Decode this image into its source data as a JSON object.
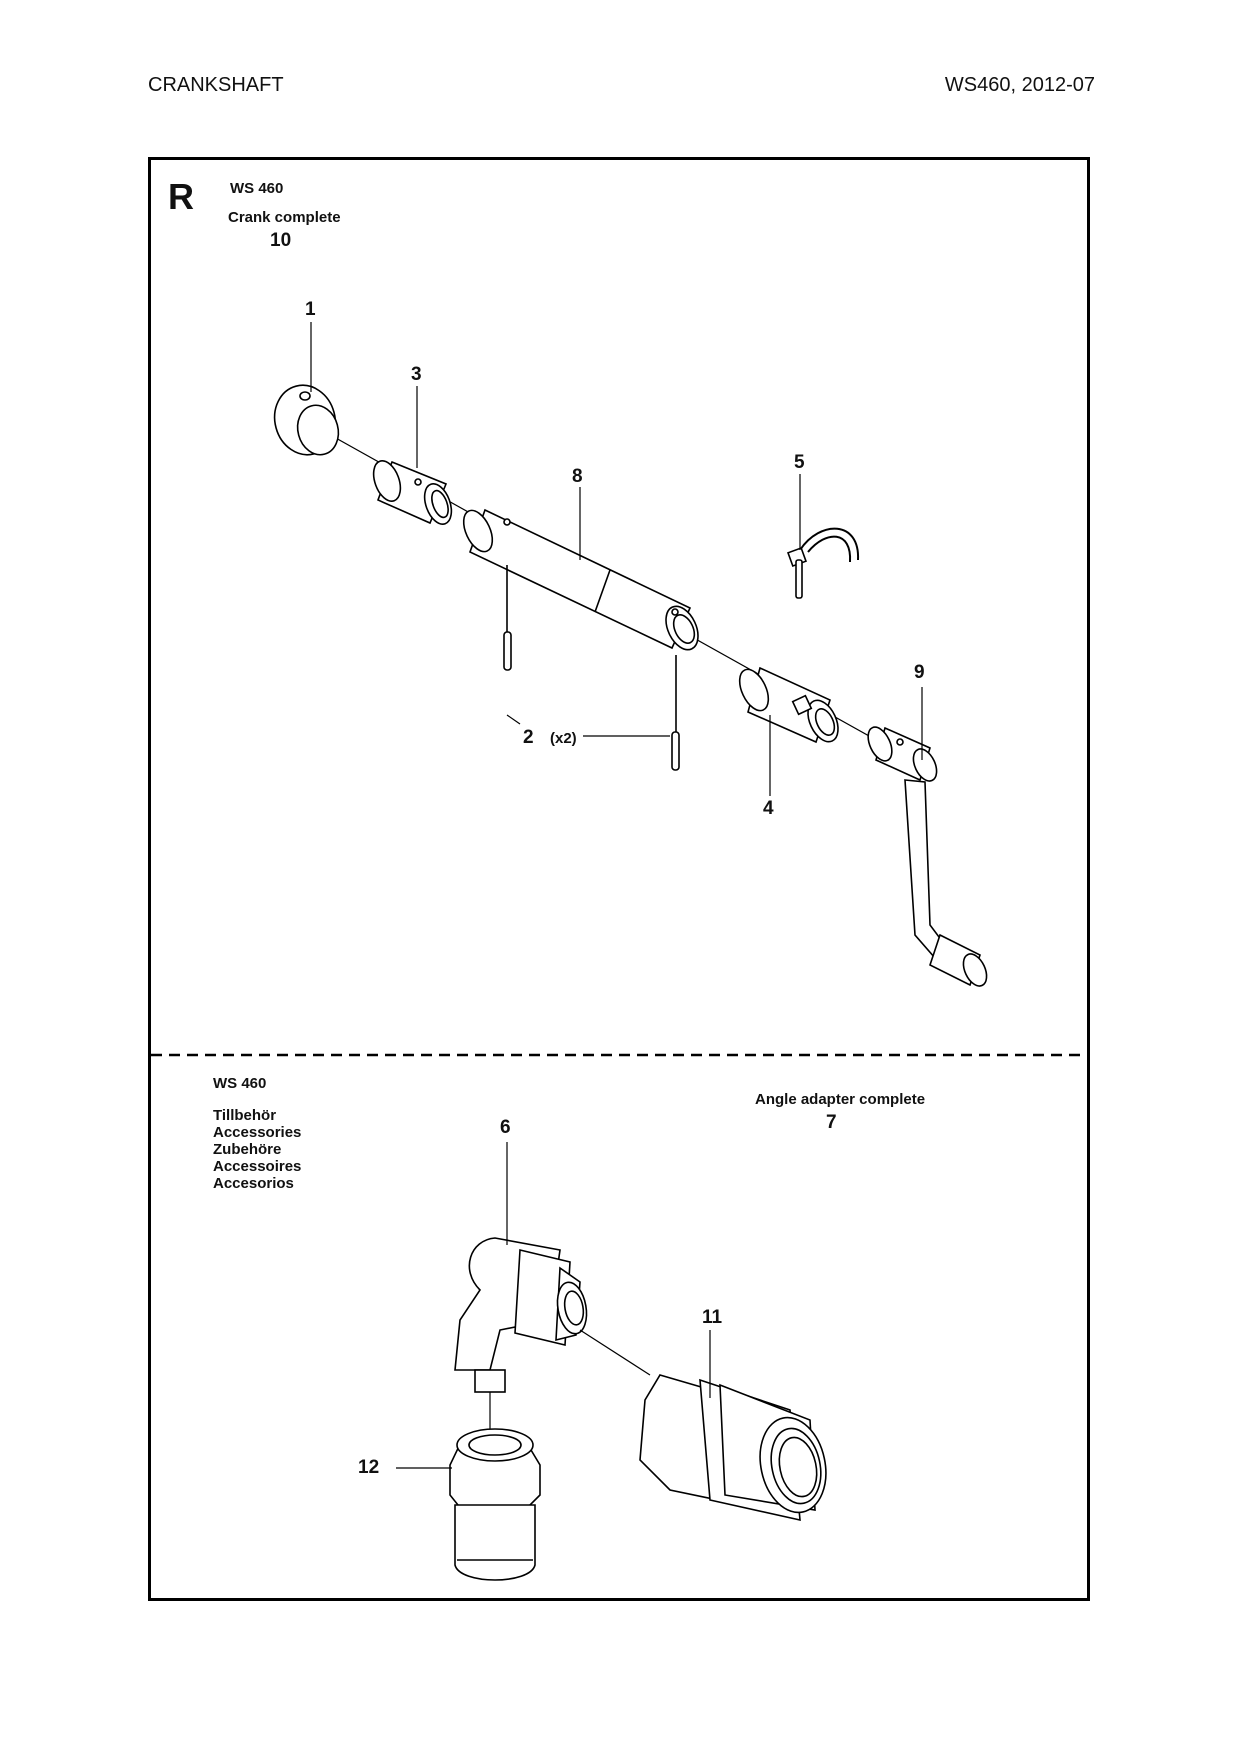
{
  "header": {
    "left": "CRANKSHAFT",
    "right": "WS460, 2012-07"
  },
  "top_section": {
    "letter": "R",
    "model": "WS 460",
    "title": "Crank complete",
    "title_number": "10"
  },
  "bottom_section": {
    "model": "WS 460",
    "accessories": [
      "Tillbehör",
      "Accessories",
      "Zubehöre",
      "Accessoires",
      "Accesorios"
    ],
    "adapter_title": "Angle adapter complete",
    "adapter_number": "7"
  },
  "callouts": {
    "p1": "1",
    "p2": "2",
    "p2_qty": "(x2)",
    "p3": "3",
    "p4": "4",
    "p5": "5",
    "p6": "6",
    "p8": "8",
    "p9": "9",
    "p11": "11",
    "p12": "12"
  }
}
